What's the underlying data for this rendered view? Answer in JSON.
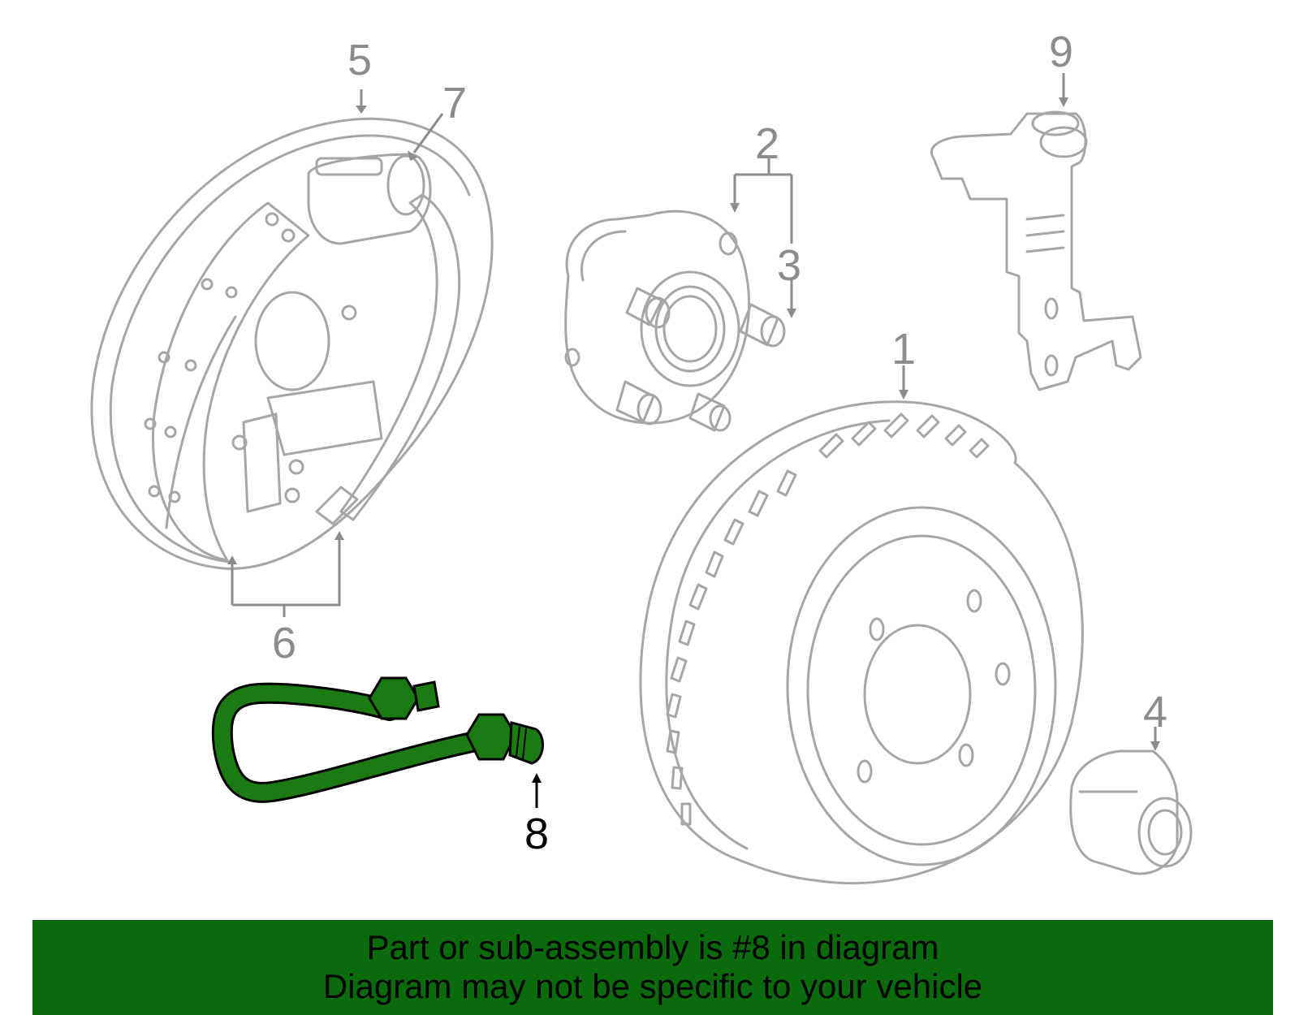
{
  "callouts": {
    "c1": "1",
    "c2": "2",
    "c3": "3",
    "c4": "4",
    "c5": "5",
    "c6": "6",
    "c7": "7",
    "c8": "8",
    "c9": "9"
  },
  "highlighted_part": "8",
  "colors": {
    "highlight_fill": "#1c7a12",
    "banner_bg": "#0b6a0b",
    "part_outline": "#a6a6a6",
    "callout_text": "#8c8c8c"
  },
  "banner": {
    "line1": "Part or sub-assembly is #8 in diagram",
    "line2": "Diagram may not be specific to your vehicle"
  }
}
